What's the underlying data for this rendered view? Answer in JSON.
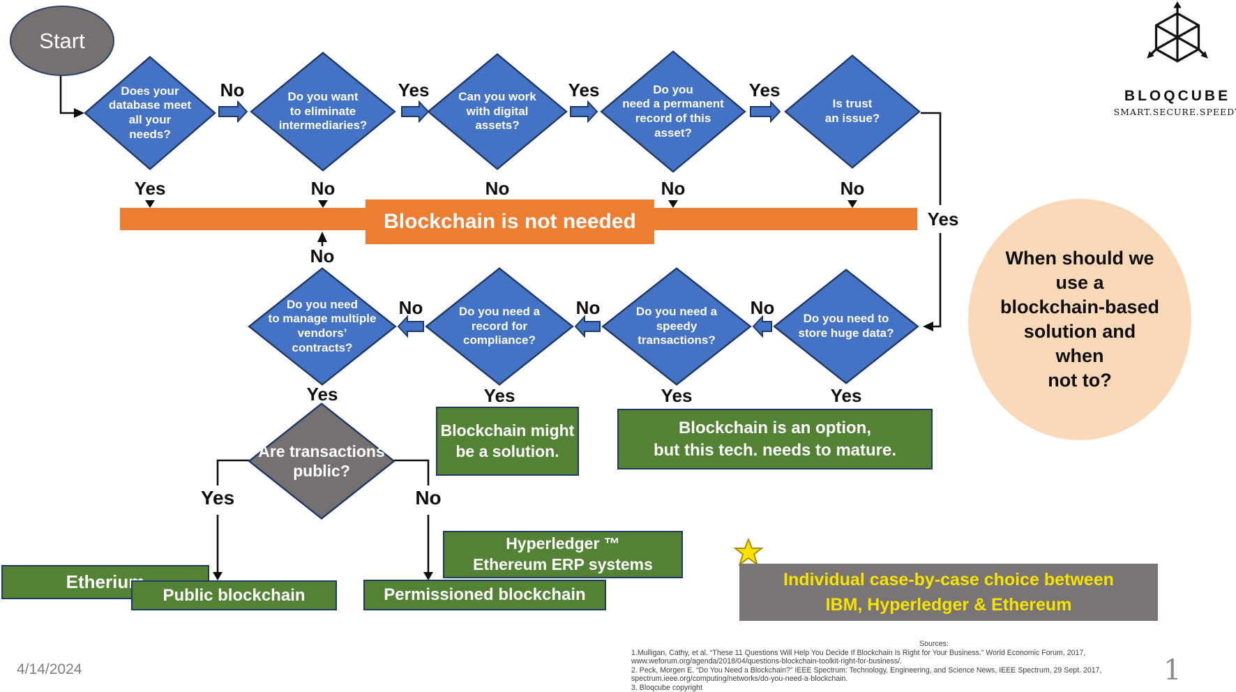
{
  "start": {
    "label": "Start"
  },
  "decisions": {
    "row1": [
      {
        "id": "database-needs",
        "text": "Does your\ndatabase meet\nall your\nneeds?"
      },
      {
        "id": "eliminate-intermediaries",
        "text": "Do you want\nto eliminate\nintermediaries?"
      },
      {
        "id": "digital-assets",
        "text": "Can you work\nwith digital\nassets?"
      },
      {
        "id": "permanent-record",
        "text": "Do you\nneed a permanent\nrecord of this\nasset?"
      },
      {
        "id": "trust-issue",
        "text": "Is trust\nan issue?"
      }
    ],
    "row2": [
      {
        "id": "manage-vendors",
        "text": "Do you need\nto manage multiple\nvendors’\ncontracts?"
      },
      {
        "id": "record-compliance",
        "text": "Do you need a\nrecord for\ncompliance?"
      },
      {
        "id": "speedy-transactions",
        "text": "Do you need a\nspeedy\ntransactions?"
      },
      {
        "id": "store-huge-data",
        "text": "Do you need to\nstore huge data?"
      }
    ],
    "public": {
      "text": "Are transactions\npublic?"
    }
  },
  "edge_labels": {
    "row1_between": [
      "No",
      "Yes",
      "Yes",
      "Yes"
    ],
    "row1_down": [
      "Yes",
      "No",
      "No",
      "No",
      "No"
    ],
    "trust_yes": "Yes",
    "bar_no": "No",
    "row2_between": [
      "No",
      "No",
      "No"
    ],
    "row2_down": [
      "Yes",
      "Yes",
      "Yes",
      "Yes"
    ],
    "public_yes": "Yes",
    "public_no": "No"
  },
  "outcomes": {
    "not_needed": "Blockchain is not needed",
    "might_be": "Blockchain might\nbe a solution.",
    "option_mature": "Blockchain is an option,\nbut this tech. needs to mature.",
    "etherium": "Etherium",
    "public_blockchain": "Public blockchain",
    "permissioned_blockchain": "Permissioned blockchain",
    "hyperledger": "Hyperledger ™\nEthereum ERP systems"
  },
  "side_note": "When should we\nuse a\nblockchain-based\nsolution and\nwhen\nnot to?",
  "choice_box": {
    "line1": "Individual case-by-case choice between",
    "line2": "IBM, Hyperledger & Ethereum"
  },
  "brand": {
    "name": "BLOQCUBE",
    "tagline": "SMART.SECURE.SPEEDY"
  },
  "footer": {
    "date": "4/14/2024",
    "page": "1"
  },
  "sources": {
    "title": "Sources:",
    "lines": [
      "1.Mulligan, Cathy, et al. “These 11 Questions Will Help You Decide If Blockchain Is Right for Your Business.” World Economic Forum, 2017,",
      "www.weforum.org/agenda/2018/04/questions-blockchain-toolkit-right-for-business/.",
      "2. Peck, Morgen E. “Do You Need a Blockchain?” IEEE Spectrum: Technology, Engineering, and Science News, IEEE Spectrum, 29 Sept. 2017,",
      "spectrum.ieee.org/computing/networks/do-you-need-a-blockchain.",
      "3. Bloqcube copyright"
    ]
  },
  "colors": {
    "diamond": "#4472C4",
    "diamond_border": "#1F3864",
    "green": "#548235",
    "orange": "#ED7D31",
    "gray_node": "#767171",
    "gray_box": "#7B7474",
    "peach": "#FBD9B8",
    "yellow_text": "#F5E400"
  }
}
